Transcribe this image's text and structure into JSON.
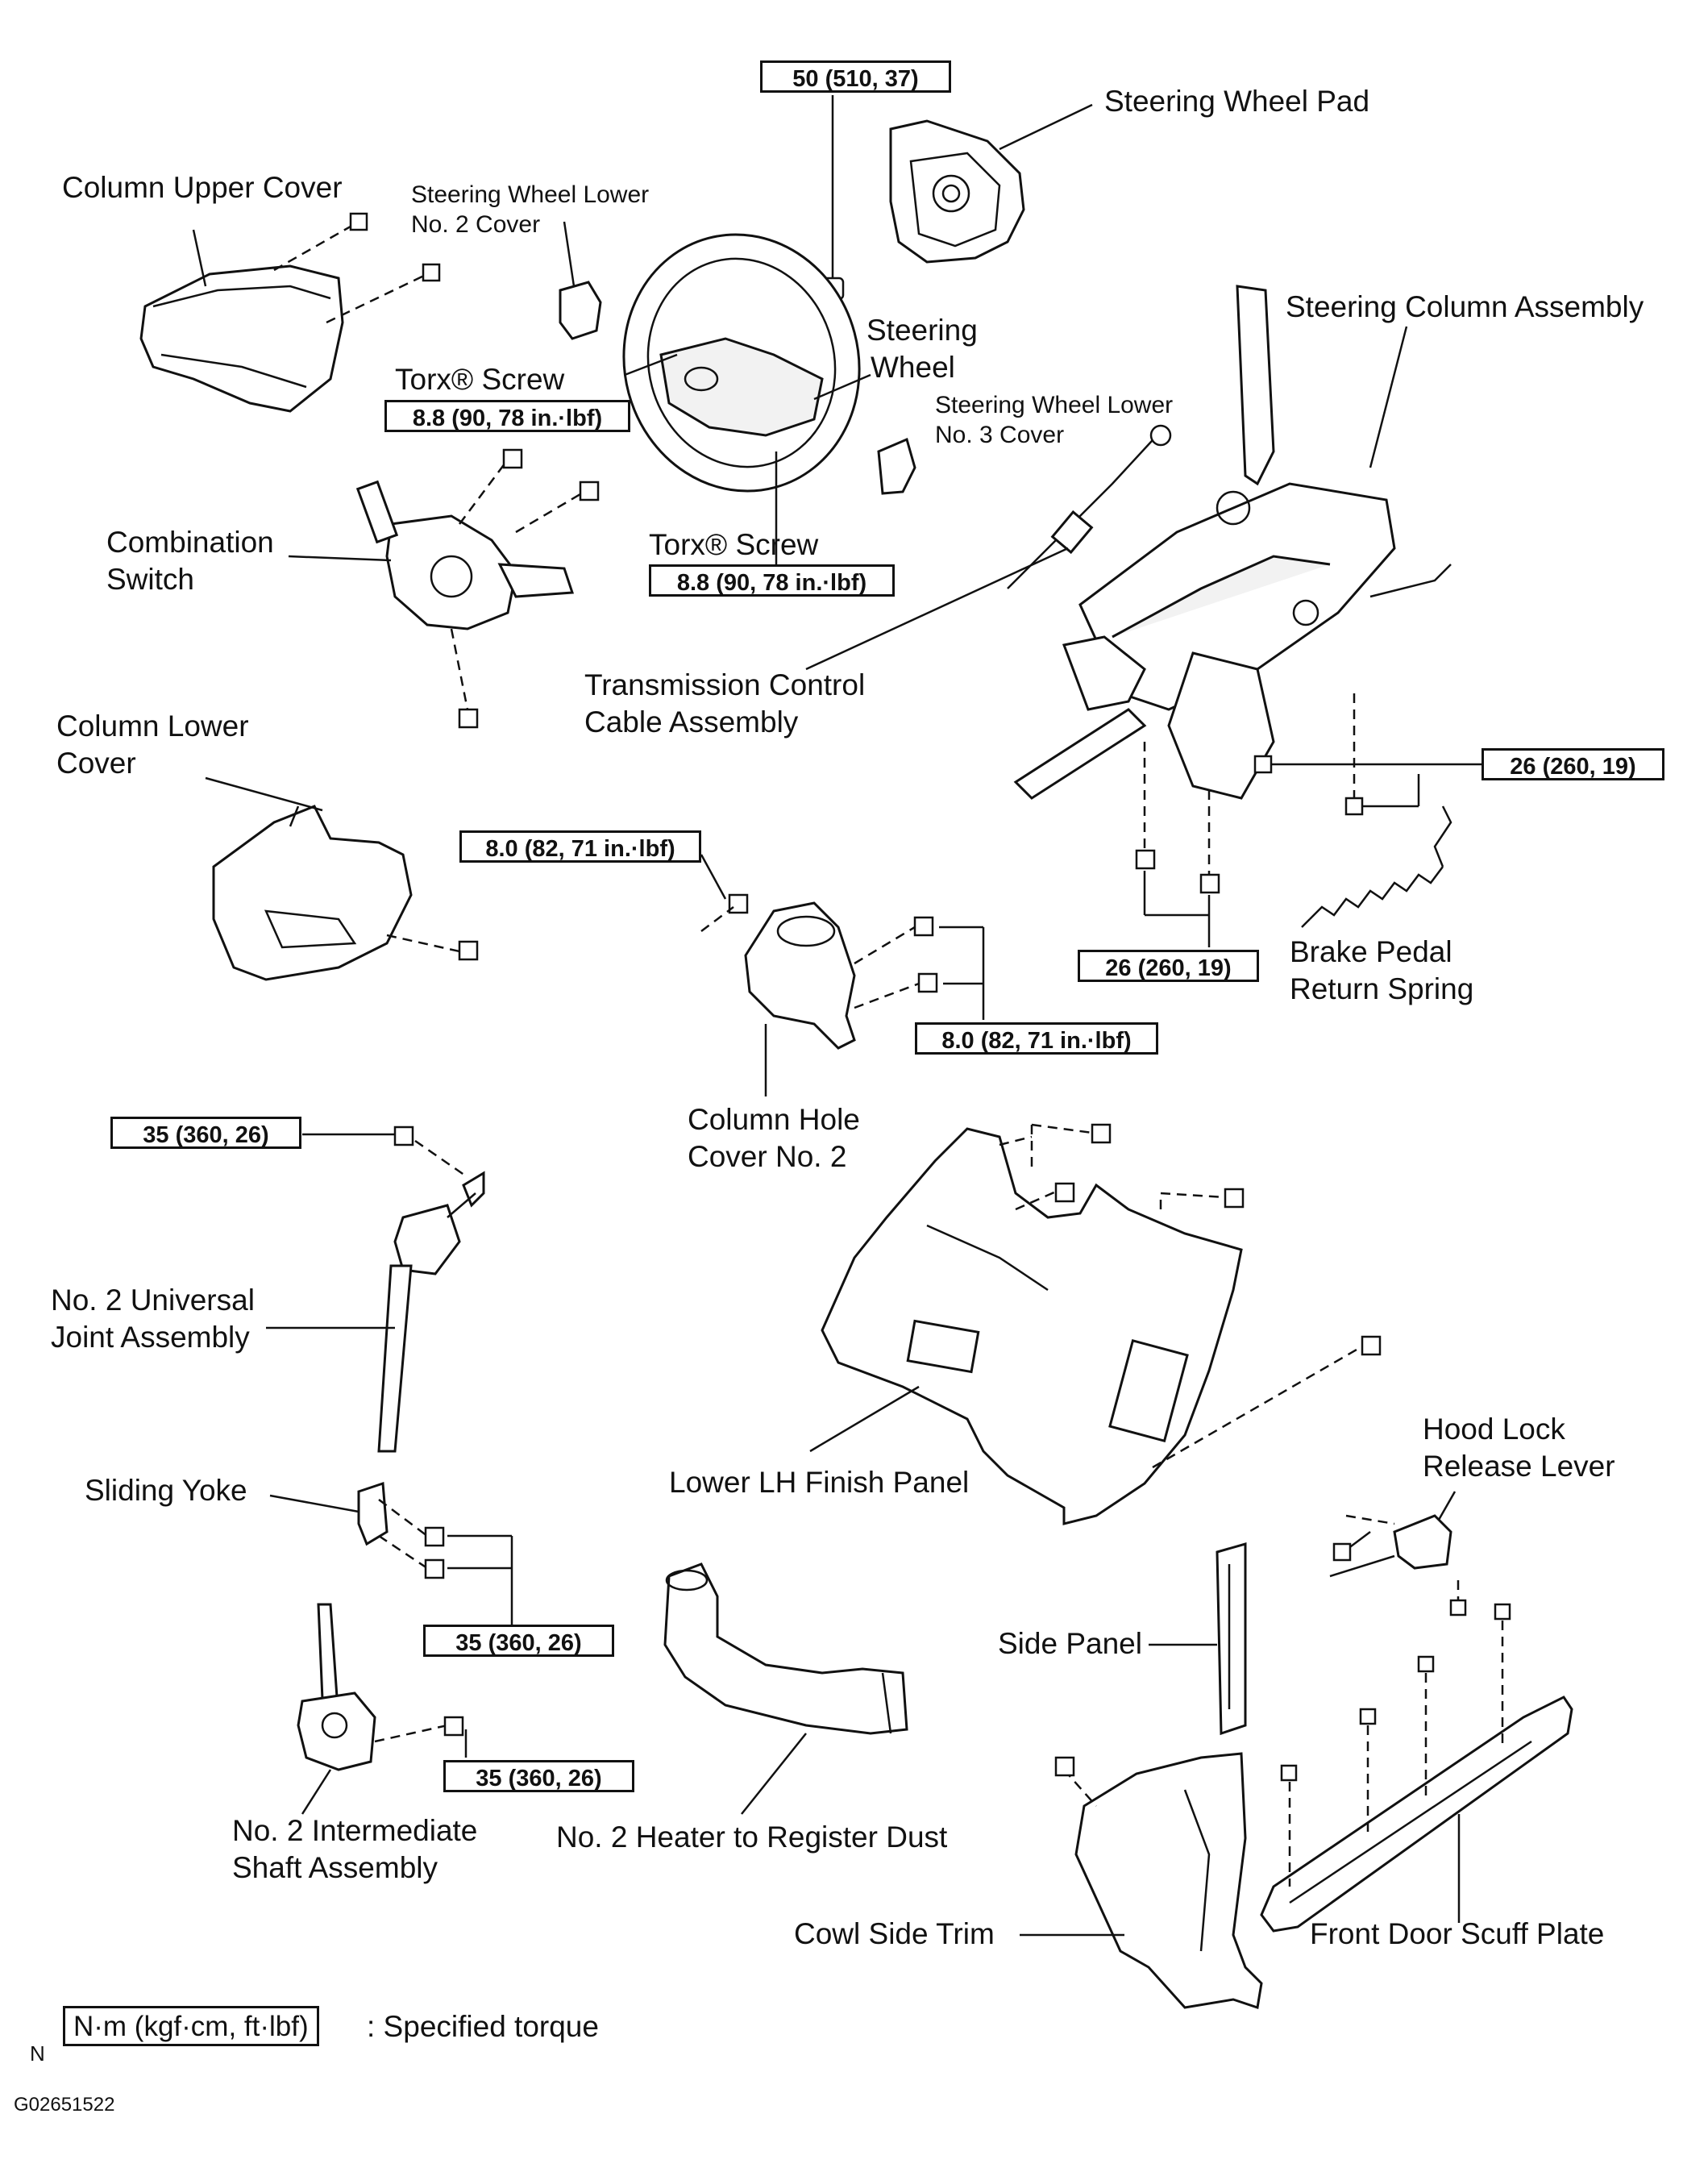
{
  "labels": {
    "steering_wheel_pad": "Steering Wheel Pad",
    "column_upper_cover": "Column Upper Cover",
    "steering_wheel_lower_no2_line1": "Steering Wheel Lower",
    "steering_wheel_lower_no2_line2": "No. 2 Cover",
    "steering_wheel_line1": "Steering",
    "steering_wheel_line2": "Wheel",
    "steering_column_assembly": "Steering Column Assembly",
    "torx_screw_left": "Torx® Screw",
    "steering_wheel_lower_no3_line1": "Steering Wheel Lower",
    "steering_wheel_lower_no3_line2": "No. 3 Cover",
    "combination_switch_line1": "Combination",
    "combination_switch_line2": "Switch",
    "torx_screw_right": "Torx® Screw",
    "transmission_cable_line1": "Transmission Control",
    "transmission_cable_line2": "Cable Assembly",
    "column_lower_cover_line1": "Column Lower",
    "column_lower_cover_line2": "Cover",
    "brake_spring_line1": "Brake Pedal",
    "brake_spring_line2": "Return Spring",
    "column_hole_cover_line1": "Column Hole",
    "column_hole_cover_line2": "Cover No. 2",
    "universal_joint_line1": "No. 2 Universal",
    "universal_joint_line2": "Joint Assembly",
    "lower_lh_finish_panel": "Lower LH Finish Panel",
    "hood_lock_line1": "Hood Lock",
    "hood_lock_line2": "Release Lever",
    "sliding_yoke": "Sliding Yoke",
    "side_panel": "Side Panel",
    "intermediate_shaft_line1": "No. 2 Intermediate",
    "intermediate_shaft_line2": "Shaft Assembly",
    "heater_register_dust": "No. 2 Heater to Register Dust",
    "cowl_side_trim": "Cowl Side Trim",
    "front_door_scuff_plate": "Front Door Scuff Plate"
  },
  "torques": {
    "wheel_nut": "50 (510, 37)",
    "torx_left": "8.8 (90, 78 in.·lbf)",
    "torx_right": "8.8 (90, 78 in.·lbf)",
    "column_nut_right": "26 (260, 19)",
    "column_nut_lower": "26 (260, 19)",
    "hole_cover_top": "8.0 (82, 71 in.·lbf)",
    "hole_cover_right": "8.0 (82, 71 in.·lbf)",
    "universal_joint": "35 (360, 26)",
    "sliding_yoke": "35 (360, 26)",
    "intermediate_shaft": "35 (360, 26)"
  },
  "legend": {
    "unit_box": "N·m (kgf·cm, ft·lbf)",
    "description": ": Specified torque"
  },
  "footer": {
    "north_mark": "N",
    "figure_code": "G02651522"
  }
}
